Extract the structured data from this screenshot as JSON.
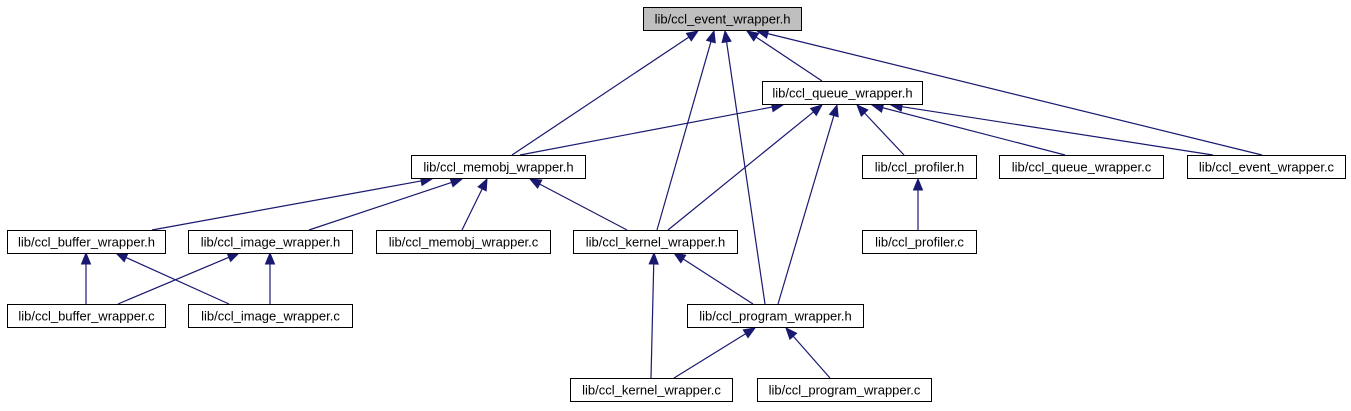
{
  "graph": {
    "nodes": [
      {
        "id": "event_h",
        "label": "lib/ccl_event_wrapper.h",
        "root": true
      },
      {
        "id": "queue_h",
        "label": "lib/ccl_queue_wrapper.h"
      },
      {
        "id": "memobj_h",
        "label": "lib/ccl_memobj_wrapper.h"
      },
      {
        "id": "profiler_h",
        "label": "lib/ccl_profiler.h"
      },
      {
        "id": "queue_c",
        "label": "lib/ccl_queue_wrapper.c"
      },
      {
        "id": "event_c",
        "label": "lib/ccl_event_wrapper.c"
      },
      {
        "id": "buffer_h",
        "label": "lib/ccl_buffer_wrapper.h"
      },
      {
        "id": "image_h",
        "label": "lib/ccl_image_wrapper.h"
      },
      {
        "id": "memobj_c",
        "label": "lib/ccl_memobj_wrapper.c"
      },
      {
        "id": "kernel_h",
        "label": "lib/ccl_kernel_wrapper.h"
      },
      {
        "id": "profiler_c",
        "label": "lib/ccl_profiler.c"
      },
      {
        "id": "buffer_c",
        "label": "lib/ccl_buffer_wrapper.c"
      },
      {
        "id": "image_c",
        "label": "lib/ccl_image_wrapper.c"
      },
      {
        "id": "program_h",
        "label": "lib/ccl_program_wrapper.h"
      },
      {
        "id": "kernel_c",
        "label": "lib/ccl_kernel_wrapper.c"
      },
      {
        "id": "program_c",
        "label": "lib/ccl_program_wrapper.c"
      }
    ],
    "edges": [
      {
        "from": "queue_h",
        "to": "event_h"
      },
      {
        "from": "memobj_h",
        "to": "event_h"
      },
      {
        "from": "kernel_h",
        "to": "event_h"
      },
      {
        "from": "program_h",
        "to": "event_h"
      },
      {
        "from": "event_c",
        "to": "event_h"
      },
      {
        "from": "memobj_h",
        "to": "queue_h"
      },
      {
        "from": "kernel_h",
        "to": "queue_h"
      },
      {
        "from": "program_h",
        "to": "queue_h"
      },
      {
        "from": "profiler_h",
        "to": "queue_h"
      },
      {
        "from": "queue_c",
        "to": "queue_h"
      },
      {
        "from": "event_c",
        "to": "queue_h"
      },
      {
        "from": "buffer_h",
        "to": "memobj_h"
      },
      {
        "from": "image_h",
        "to": "memobj_h"
      },
      {
        "from": "memobj_c",
        "to": "memobj_h"
      },
      {
        "from": "kernel_h",
        "to": "memobj_h"
      },
      {
        "from": "profiler_c",
        "to": "profiler_h"
      },
      {
        "from": "buffer_c",
        "to": "buffer_h"
      },
      {
        "from": "image_c",
        "to": "buffer_h"
      },
      {
        "from": "buffer_c",
        "to": "image_h"
      },
      {
        "from": "image_c",
        "to": "image_h"
      },
      {
        "from": "kernel_c",
        "to": "kernel_h"
      },
      {
        "from": "program_h",
        "to": "kernel_h"
      },
      {
        "from": "kernel_c",
        "to": "program_h"
      },
      {
        "from": "program_c",
        "to": "program_h"
      }
    ]
  }
}
